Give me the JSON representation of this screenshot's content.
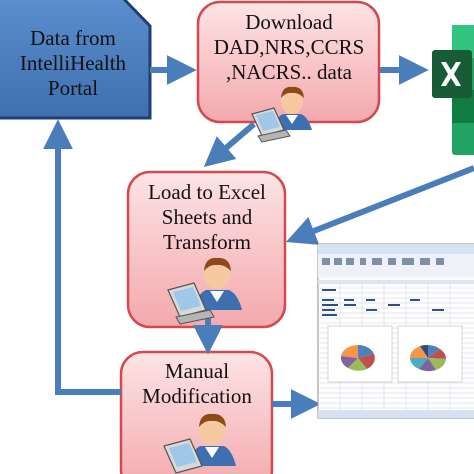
{
  "diagram": {
    "source": {
      "lines": [
        "Data from",
        "IntelliHealth",
        "Portal"
      ]
    },
    "download": {
      "lines": [
        "Download",
        "DAD,NRS,CCRS",
        ",NACRS.. data"
      ]
    },
    "load": {
      "lines": [
        "Load to Excel",
        "Sheets and",
        "Transform"
      ]
    },
    "manual": {
      "lines": [
        "Manual",
        "Modification"
      ]
    }
  },
  "icons": {
    "user": "user-at-laptop-icon",
    "excel": "microsoft-excel-icon",
    "spreadsheet": "excel-spreadsheet-screenshot"
  },
  "colors": {
    "source_fill": "#4a7ebb",
    "source_stroke": "#1f3f6e",
    "process_fill": "#f8c6c9",
    "process_stroke": "#d24a4f",
    "arrow": "#4a7ebb",
    "excel_green": "#1f7a45"
  }
}
